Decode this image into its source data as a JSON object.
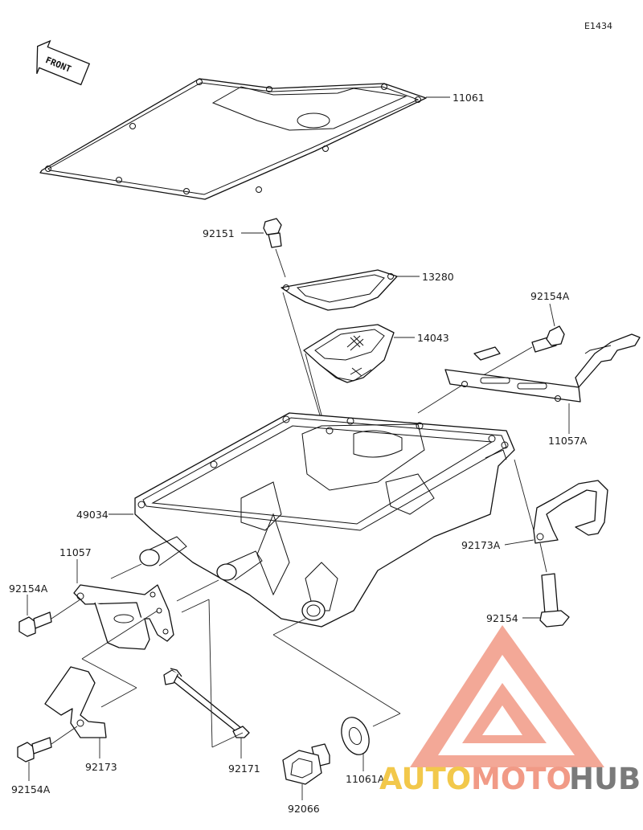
{
  "diagram": {
    "code": "E1434",
    "front_marker": "FRONT",
    "labels": {
      "gasket": "11061",
      "bolt_top": "92151",
      "cover": "13280",
      "strainer": "14043",
      "bolt_right_top": "92154A",
      "bracket_right": "11057A",
      "oil_pan": "49034",
      "bracket_left": "11057",
      "bolt_left_mid": "92154A",
      "clamp_right": "92173A",
      "bolt_right": "92154",
      "clamp_left": "92173",
      "bolt_left_bottom": "92154A",
      "rod": "92171",
      "drain_plug": "92066",
      "washer": "11061A"
    }
  },
  "watermark": {
    "part1": "AUTO",
    "part2": "MOTO",
    "part3": "HUB",
    "colors": {
      "auto": "#f2c84b",
      "moto": "#f19a86",
      "hub": "#7a7a7a",
      "logo": "#f08a7a"
    }
  }
}
